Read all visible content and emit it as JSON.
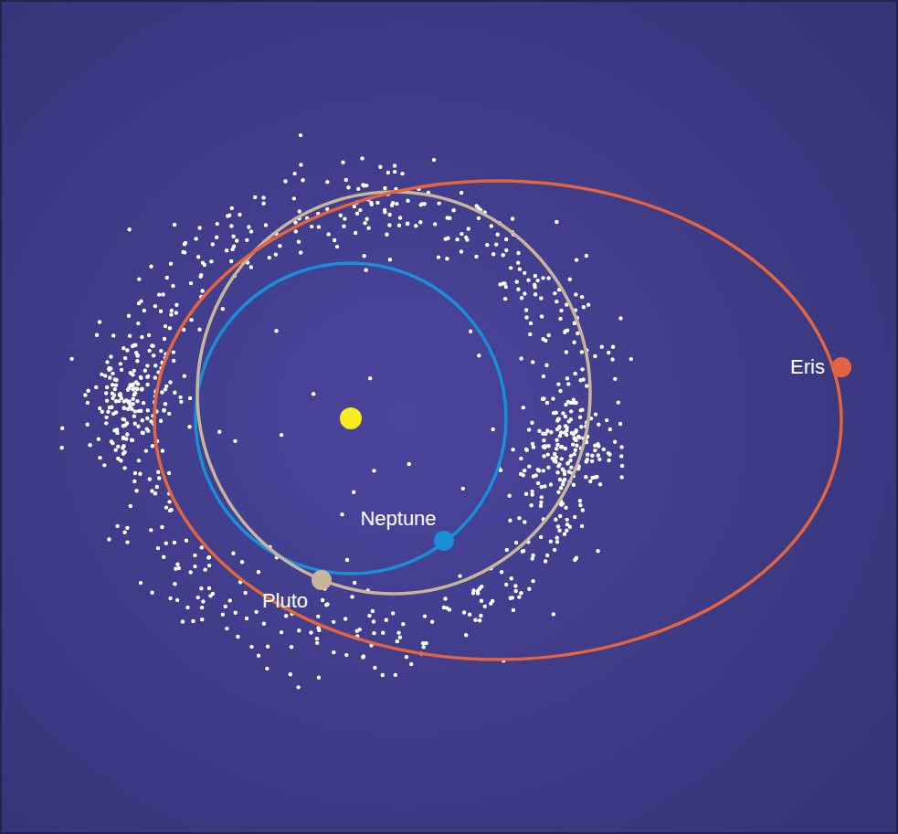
{
  "diagram": {
    "labels": [
      "Eris",
      "Neptune",
      "Pluto"
    ]
  }
}
